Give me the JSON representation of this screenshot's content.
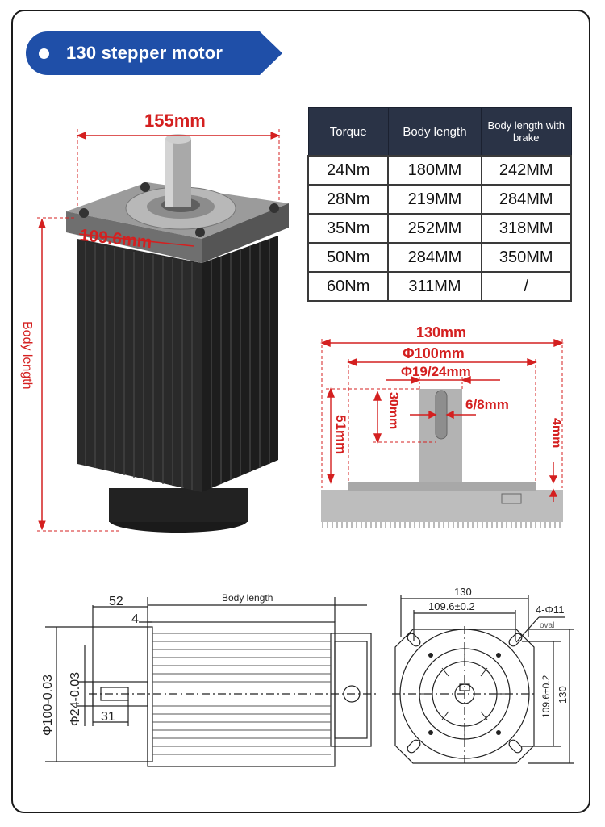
{
  "banner": {
    "title": "130 stepper motor"
  },
  "photo": {
    "width_label": "155mm",
    "flange_label": "109.6mm",
    "body_length_label": "Body length"
  },
  "spec_table": {
    "headers": [
      "Torque",
      "Body length",
      "Body length with brake"
    ],
    "rows": [
      [
        "24Nm",
        "180MM",
        "242MM"
      ],
      [
        "28Nm",
        "219MM",
        "284MM"
      ],
      [
        "35Nm",
        "252MM",
        "318MM"
      ],
      [
        "50Nm",
        "284MM",
        "350MM"
      ],
      [
        "60Nm",
        "311MM",
        "/"
      ]
    ]
  },
  "shaft_detail": {
    "width": "130mm",
    "pilot": "Φ100mm",
    "shaft_dia": "Φ19/24mm",
    "keyway": "6/8mm",
    "key_length": "30mm",
    "shaft_length": "51mm",
    "pilot_height": "4mm"
  },
  "side_drawing": {
    "shaft_length": "52",
    "pilot_height": "4",
    "body_length": "Body length",
    "pilot_dia": "Φ100-0.03",
    "shaft_dia": "Φ24-0.03",
    "key_length": "31"
  },
  "front_drawing": {
    "width": "130",
    "hole_spacing": "109.6±0.2",
    "holes": "4-Φ11",
    "hole_shape": "oval",
    "vertical_spacing": "109.6±0.2",
    "height": "130"
  },
  "colors": {
    "accent_red": "#d42020",
    "banner_blue": "#1f4fa8",
    "table_header": "#2a3346"
  }
}
